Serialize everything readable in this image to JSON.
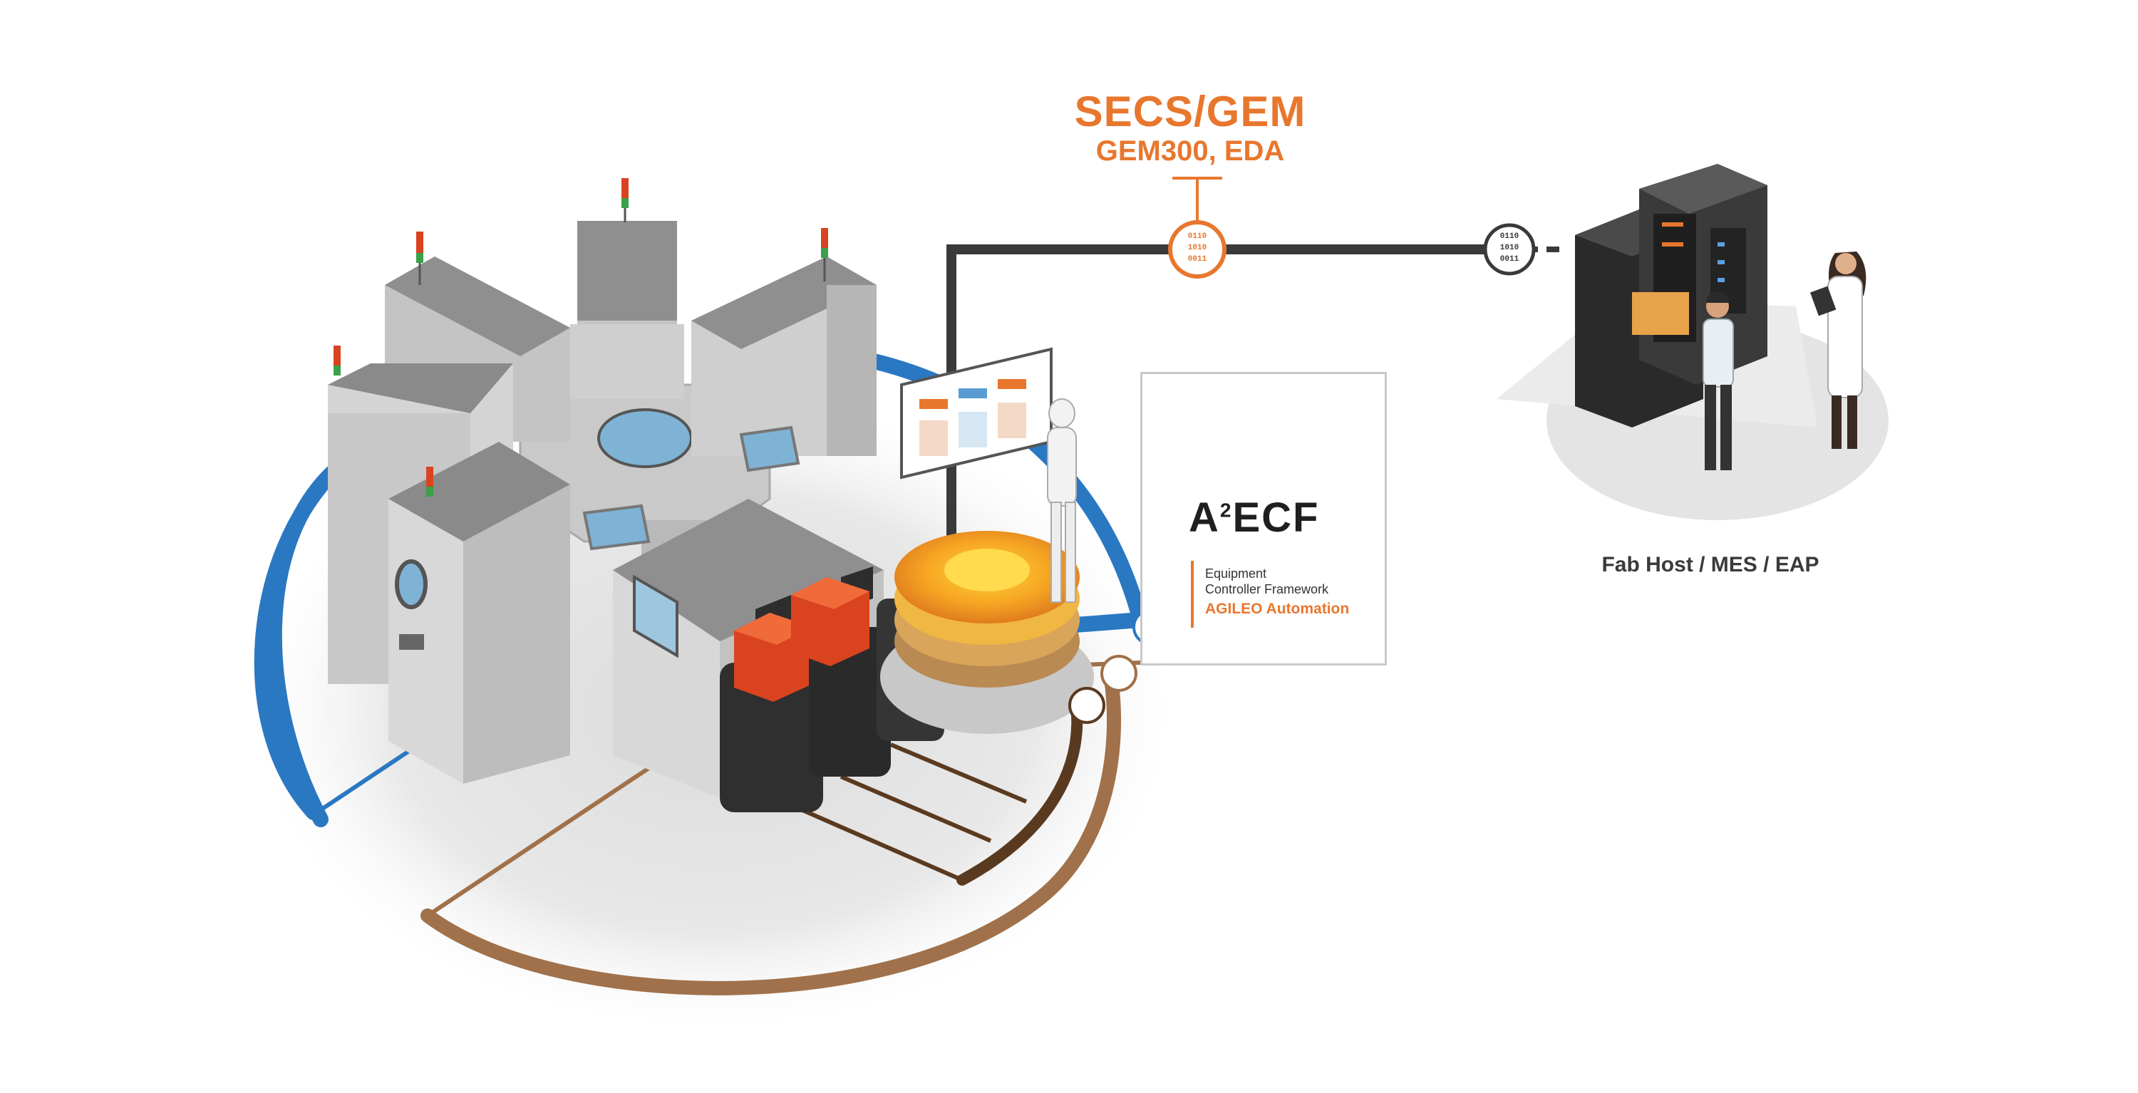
{
  "protocol": {
    "title": "SECS/GEM",
    "subtitle": "GEM300,  EDA",
    "binary_lines": [
      "0110",
      "1010",
      "0011"
    ]
  },
  "product": {
    "name": "A²ECF",
    "name_base": "A",
    "name_sup": "2",
    "name_rest": "ECF",
    "description_line1": "Equipment",
    "description_line2": "Controller Framework",
    "company": "AGILEO Automation"
  },
  "host": {
    "label": "Fab Host / MES / EAP"
  },
  "colors": {
    "orange": "#e8772e",
    "blue": "#2a78c2",
    "brown": "#a0714a",
    "dark_brown": "#5a3a1f",
    "dark_line": "#3a3a3a",
    "tool_gray": "#8c8c8c",
    "tool_light": "#d9d9d9",
    "foup_red": "#d9431f",
    "rack_dark": "#2a2a2a"
  },
  "icons": [
    "binary-node-icon",
    "cycle-logo-icon",
    "signal-tower-icon",
    "server-rack-icon",
    "engineer-icon",
    "scientist-icon",
    "monitor-icon"
  ]
}
